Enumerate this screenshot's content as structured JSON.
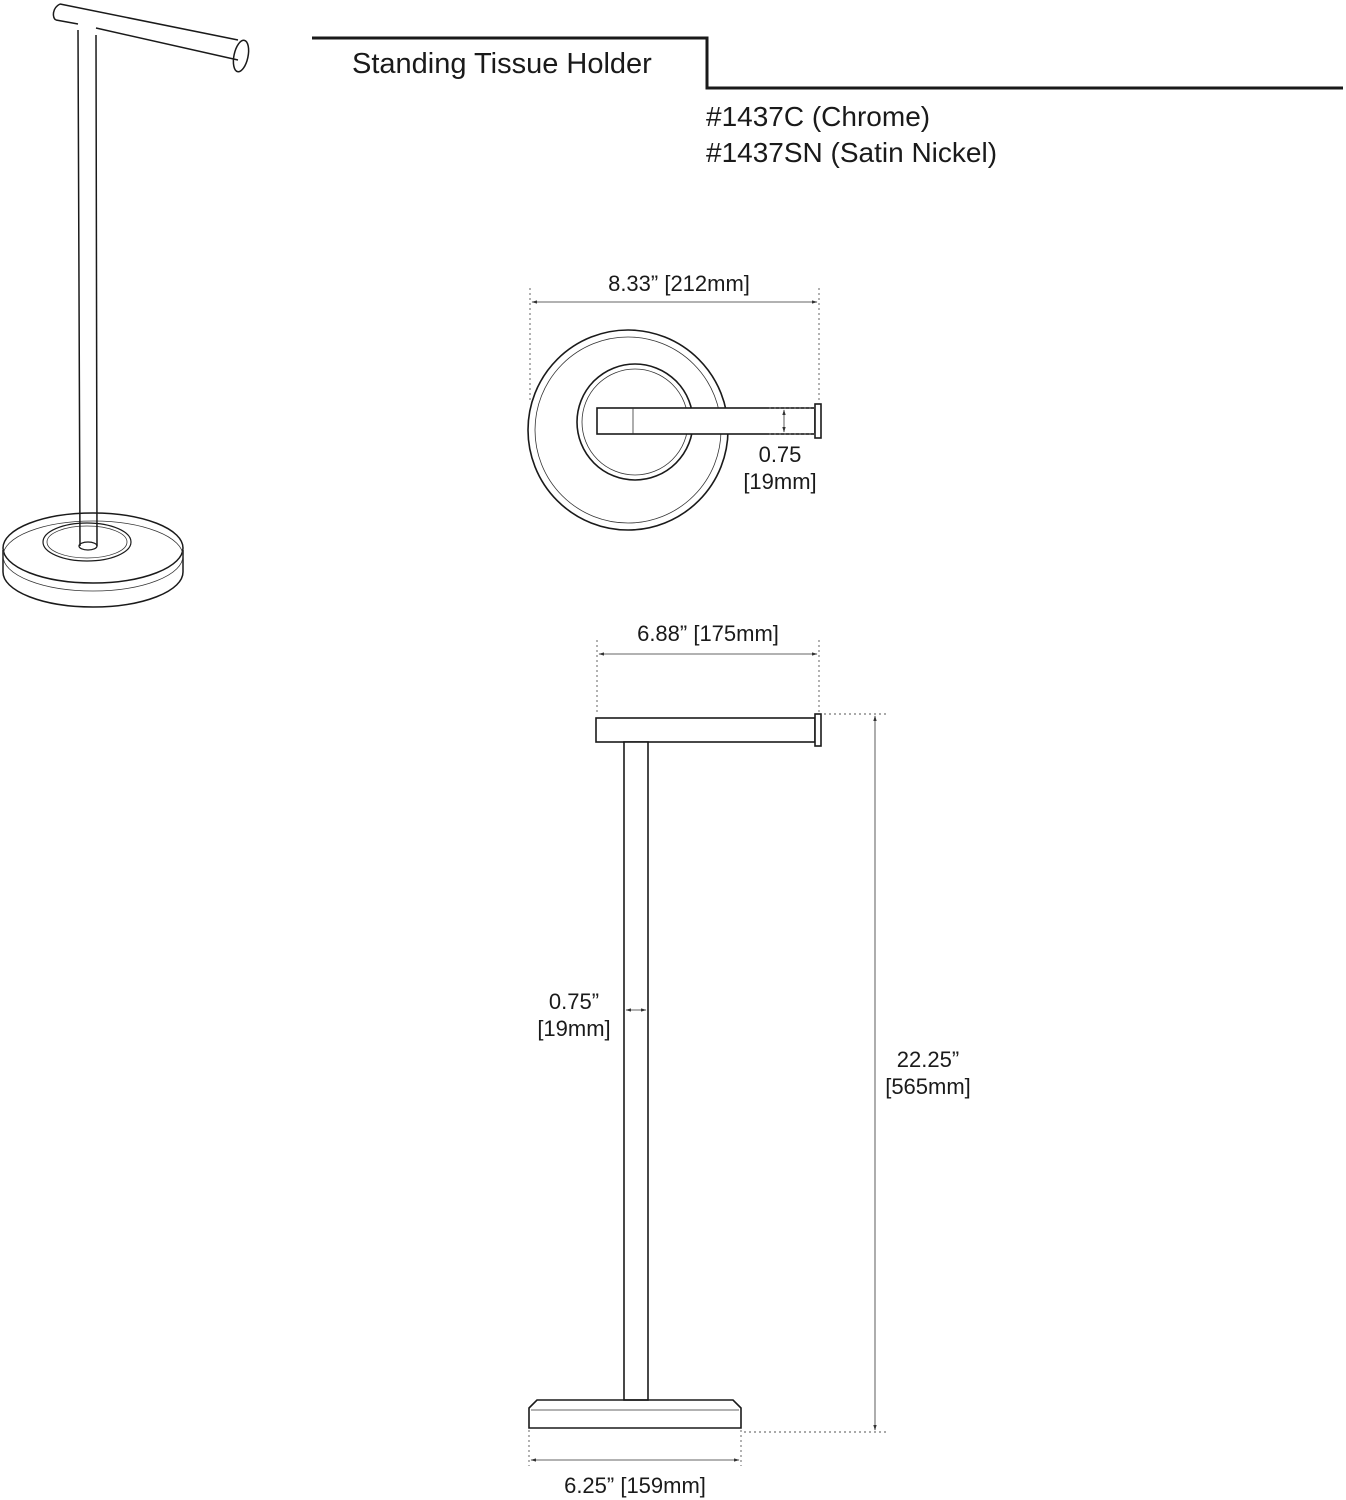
{
  "title": "Standing Tissue Holder",
  "models": [
    "#1437C (Chrome)",
    "#1437SN (Satin Nickel)"
  ],
  "dimensions": {
    "top_view_width": "8.33” [212mm]",
    "top_view_rod_line1": "0.75",
    "top_view_rod_line2": "[19mm]",
    "front_arm_width": "6.88” [175mm]",
    "front_rod_line1": "0.75”",
    "front_rod_line2": "[19mm]",
    "front_height_line1": "22.25”",
    "front_height_line2": "[565mm]",
    "base_width": "6.25” [159mm]"
  }
}
